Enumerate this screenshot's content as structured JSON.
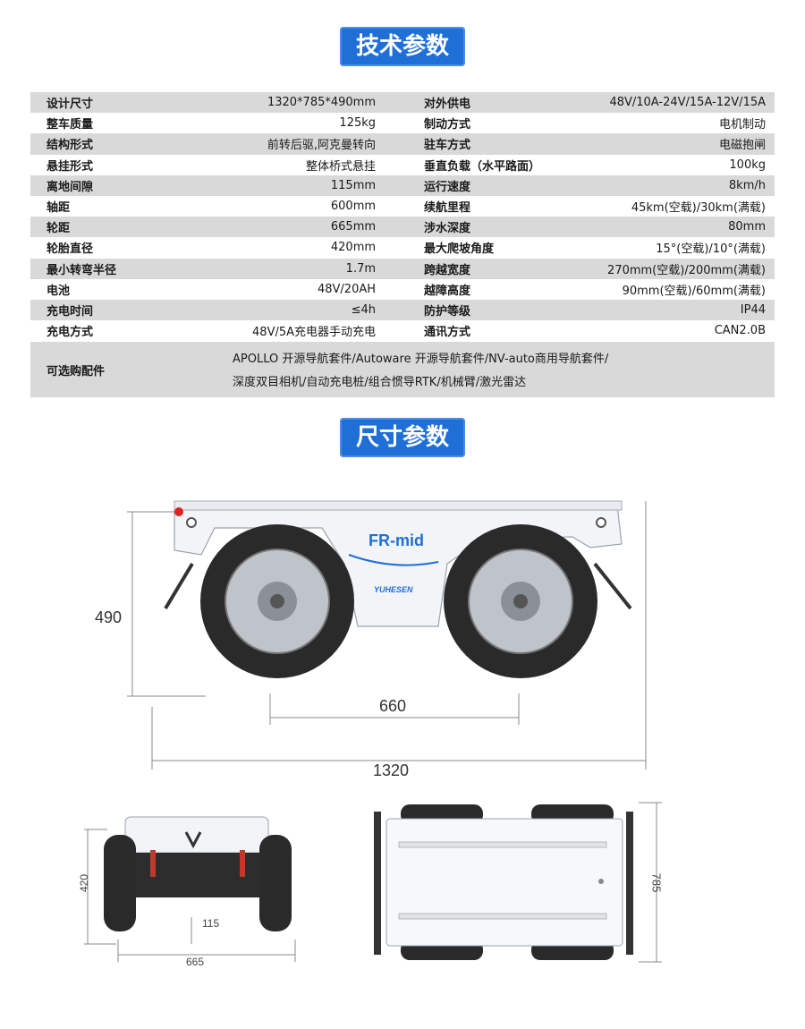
{
  "titles": {
    "spec": "技术参数",
    "dimension": "尺寸参数"
  },
  "specs": [
    {
      "l1": "设计尺寸",
      "v1": "1320*785*490mm",
      "l2": "对外供电",
      "v2": "48V/10A-24V/15A-12V/15A"
    },
    {
      "l1": "整车质量",
      "v1": "125kg",
      "l2": "制动方式",
      "v2": "电机制动"
    },
    {
      "l1": "结构形式",
      "v1": "前转后驱,阿克曼转向",
      "l2": "驻车方式",
      "v2": "电磁抱闸"
    },
    {
      "l1": "悬挂形式",
      "v1": "整体桥式悬挂",
      "l2": "垂直负载（水平路面）",
      "v2": "100kg"
    },
    {
      "l1": "离地间隙",
      "v1": "115mm",
      "l2": "运行速度",
      "v2": "8km/h"
    },
    {
      "l1": "轴距",
      "v1": "600mm",
      "l2": "续航里程",
      "v2": "45km(空载)/30km(满载)"
    },
    {
      "l1": "轮距",
      "v1": "665mm",
      "l2": "涉水深度",
      "v2": "80mm"
    },
    {
      "l1": "轮胎直径",
      "v1": "420mm",
      "l2": "最大爬坡角度",
      "v2": "15°(空载)/10°(满载)"
    },
    {
      "l1": "最小转弯半径",
      "v1": "1.7m",
      "l2": "跨越宽度",
      "v2": "270mm(空载)/200mm(满载)"
    },
    {
      "l1": "电池",
      "v1": "48V/20AH",
      "l2": "越障高度",
      "v2": "90mm(空载)/60mm(满载)"
    },
    {
      "l1": "充电时间",
      "v1": "≤4h",
      "l2": "防护等级",
      "v2": "IP44"
    },
    {
      "l1": "充电方式",
      "v1": "48V/5A充电器手动充电",
      "l2": "通讯方式",
      "v2": "CAN2.0B"
    }
  ],
  "accessories": {
    "label": "可选购配件",
    "line1": "APOLLO 开源导航套件/Autoware 开源导航套件/NV-auto商用导航套件/",
    "line2": "深度双目相机/自动充电桩/组合惯导RTK/机械臂/激光雷达"
  },
  "drawing": {
    "side": {
      "height": "490",
      "wheelbase": "660",
      "length": "1320",
      "brand": "FR-mid",
      "maker": "YUHESEN"
    },
    "front": {
      "height": "420",
      "clearance": "115",
      "track": "665"
    },
    "top": {
      "width": "785"
    }
  }
}
